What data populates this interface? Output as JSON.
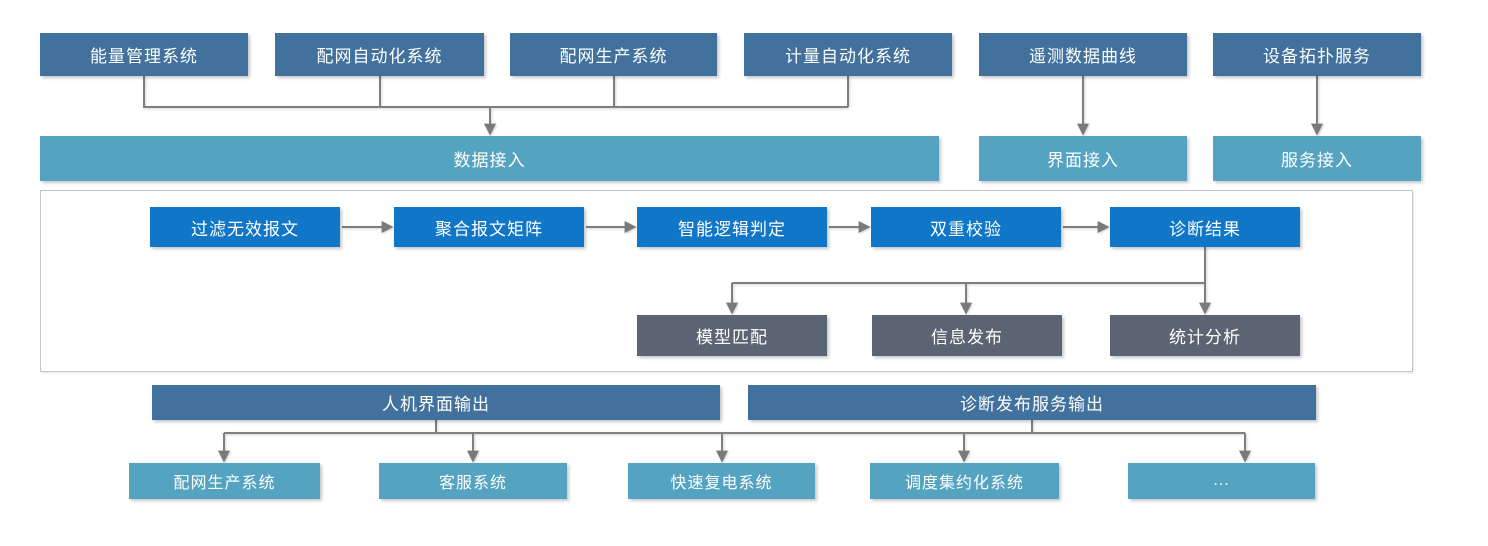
{
  "colors": {
    "source_box": "#41719C",
    "access_box": "#54A3C1",
    "process_box": "#1077C8",
    "result_box": "#5A6472",
    "header_box": "#41719C",
    "consumer_box": "#54A3C1",
    "connector": "#7F7F7F"
  },
  "sources": [
    "能量管理系统",
    "配网自动化系统",
    "配网生产系统",
    "计量自动化系统",
    "遥测数据曲线",
    "设备拓扑服务"
  ],
  "access": [
    "数据接入",
    "界面接入",
    "服务接入"
  ],
  "pipeline": [
    "过滤无效报文",
    "聚合报文矩阵",
    "智能逻辑判定",
    "双重校验",
    "诊断结果"
  ],
  "analysis": [
    "模型匹配",
    "信息发布",
    "统计分析"
  ],
  "output_headers": [
    "人机界面输出",
    "诊断发布服务输出"
  ],
  "consumers": [
    "配网生产系统",
    "客服系统",
    "快速复电系统",
    "调度集约化系统",
    "..."
  ]
}
